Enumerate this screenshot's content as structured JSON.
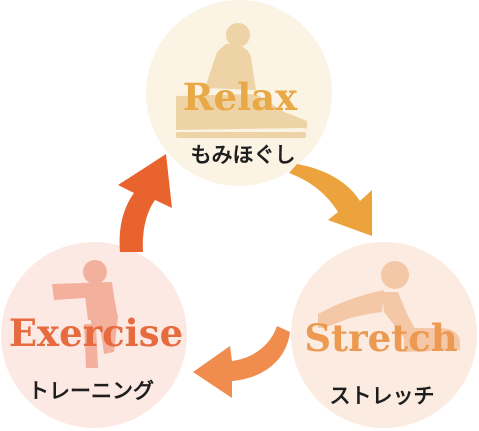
{
  "colors": {
    "relax_bg": "#FBF3E3",
    "relax_text": "#E8A946",
    "relax_figure": "#EED3A6",
    "stretch_bg": "#FBEBE0",
    "stretch_text": "#EC9A52",
    "stretch_figure": "#F4C7A6",
    "exercise_bg": "#FCE9E4",
    "exercise_text": "#E66B3E",
    "exercise_figure": "#F3B09D",
    "arrow_relax_to_stretch": "#ECA33D",
    "arrow_stretch_to_exercise": "#F08C4D",
    "arrow_exercise_to_relax": "#E9632F"
  },
  "cycle": {
    "relax": {
      "title": "Relax",
      "subtitle": "もみほぐし",
      "icon": "massage-figure-icon"
    },
    "stretch": {
      "title": "Stretch",
      "subtitle": "ストレッチ",
      "icon": "stretching-figure-icon"
    },
    "exercise": {
      "title": "Exercise",
      "subtitle": "トレーニング",
      "icon": "squat-figure-icon"
    }
  }
}
